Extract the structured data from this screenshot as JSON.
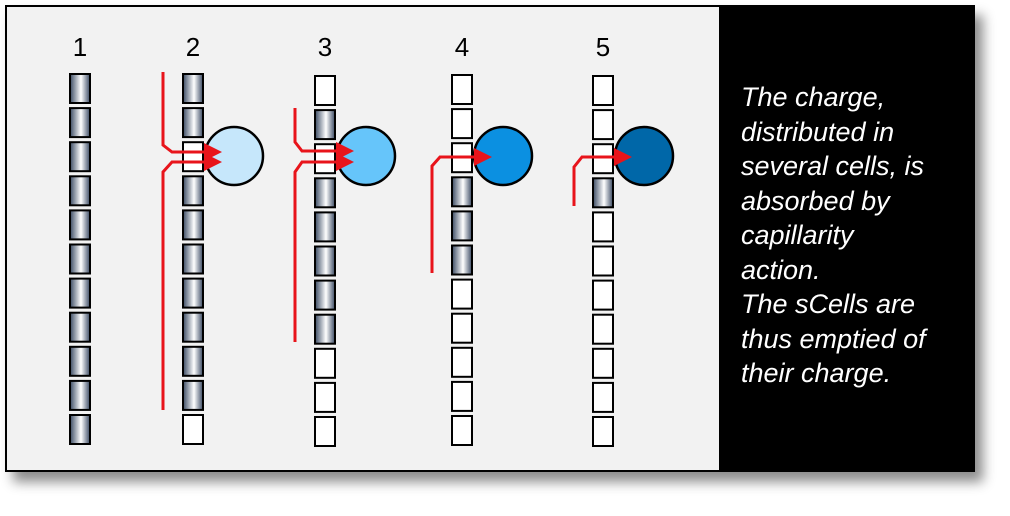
{
  "stages": [
    {
      "label": "1",
      "filled": [
        1,
        1,
        1,
        1,
        1,
        1,
        1,
        1,
        1,
        1,
        1
      ],
      "circle_color": null,
      "arrows": 0
    },
    {
      "label": "2",
      "filled": [
        1,
        1,
        0,
        1,
        1,
        1,
        1,
        1,
        1,
        1,
        0
      ],
      "circle_color": "#c6e7fb",
      "arrows": 2
    },
    {
      "label": "3",
      "filled": [
        0,
        1,
        0,
        1,
        1,
        1,
        1,
        1,
        0,
        0,
        0
      ],
      "circle_color": "#66c5fa",
      "arrows": 2
    },
    {
      "label": "4",
      "filled": [
        0,
        0,
        0,
        1,
        1,
        1,
        0,
        0,
        0,
        0,
        0
      ],
      "circle_color": "#0b90e1",
      "arrows": 1
    },
    {
      "label": "5",
      "filled": [
        0,
        0,
        0,
        1,
        0,
        0,
        0,
        0,
        0,
        0,
        0
      ],
      "circle_color": "#0067a8",
      "arrows": 1
    }
  ],
  "caption_lines": [
    "The charge,",
    "distributed in",
    "several cells, is",
    "absorbed by",
    "capillarity",
    "action.",
    "The sCells are",
    "thus emptied of",
    "their charge."
  ],
  "colors": {
    "arrow": "#e8141b",
    "panel": "#f2f2f2",
    "caption_bg": "#000000"
  }
}
